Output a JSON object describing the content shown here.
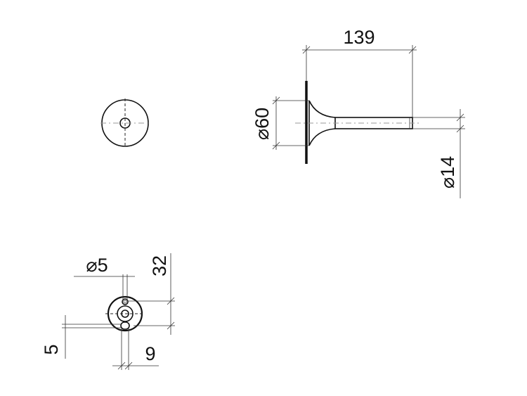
{
  "drawing": {
    "side_view": {
      "length_label": "139",
      "flange_diameter_label": "⌀60",
      "rod_diameter_label": "⌀14"
    },
    "rear_view": {
      "hole_diameter_label": "⌀5",
      "hole_spacing_label": "32",
      "slot_width_label": "9",
      "slot_height_label": "5"
    }
  }
}
